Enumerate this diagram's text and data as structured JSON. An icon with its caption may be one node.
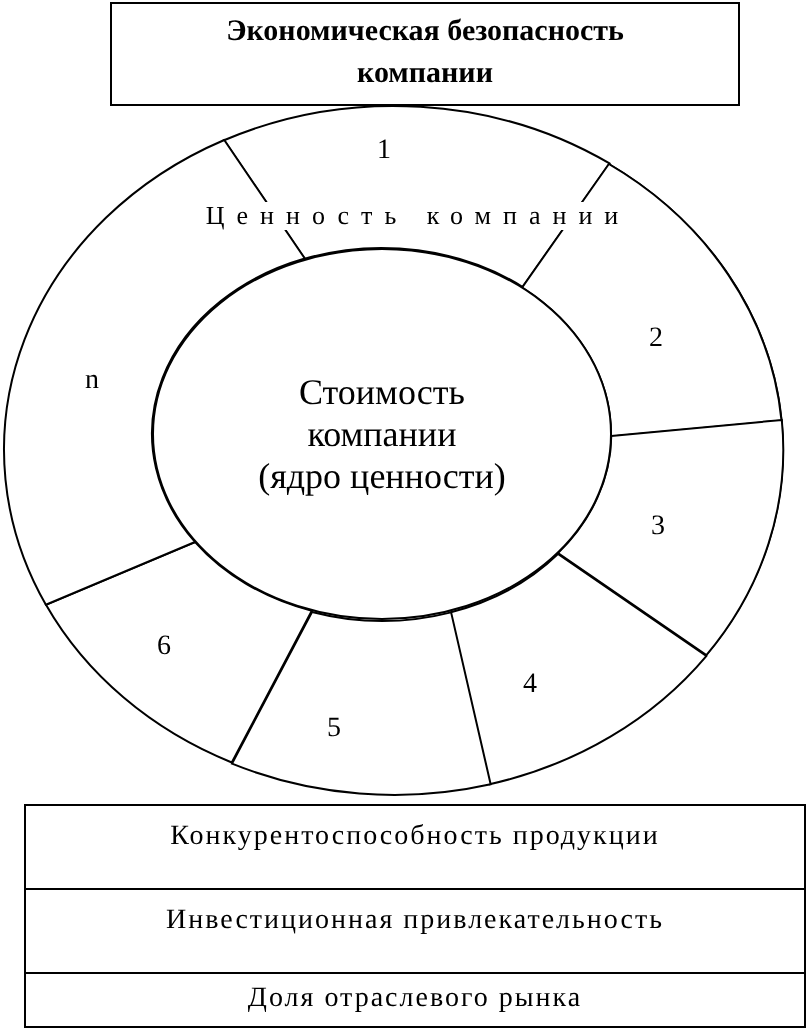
{
  "diagram": {
    "nodes": [
      {
        "text": [
          "Экономическая безопасность компании"
        ]
      },
      {
        "text": [],
        "shape": "ellipse"
      },
      {
        "text": [
          "1"
        ],
        "in": 1
      },
      {
        "text": [
          "2"
        ],
        "in": 1
      },
      {
        "text": [
          "3"
        ],
        "in": 1
      },
      {
        "text": [
          "4"
        ],
        "in": 1
      },
      {
        "text": [
          "5"
        ],
        "in": 1
      },
      {
        "text": [
          "6"
        ],
        "in": 1
      },
      {
        "text": [
          "n"
        ],
        "in": 1
      },
      {
        "text": [
          "Стоимость компании (ядро ценности)"
        ],
        "in": 1
      },
      {
        "text": [
          "Конкурентоспособность продукции"
        ]
      },
      {
        "text": [
          "Инвестиционная привлекательность"
        ]
      },
      {
        "text": [
          "Доля отраслевого рынка"
        ]
      }
    ],
    "labels": [
      "Ценность компании"
    ]
  }
}
